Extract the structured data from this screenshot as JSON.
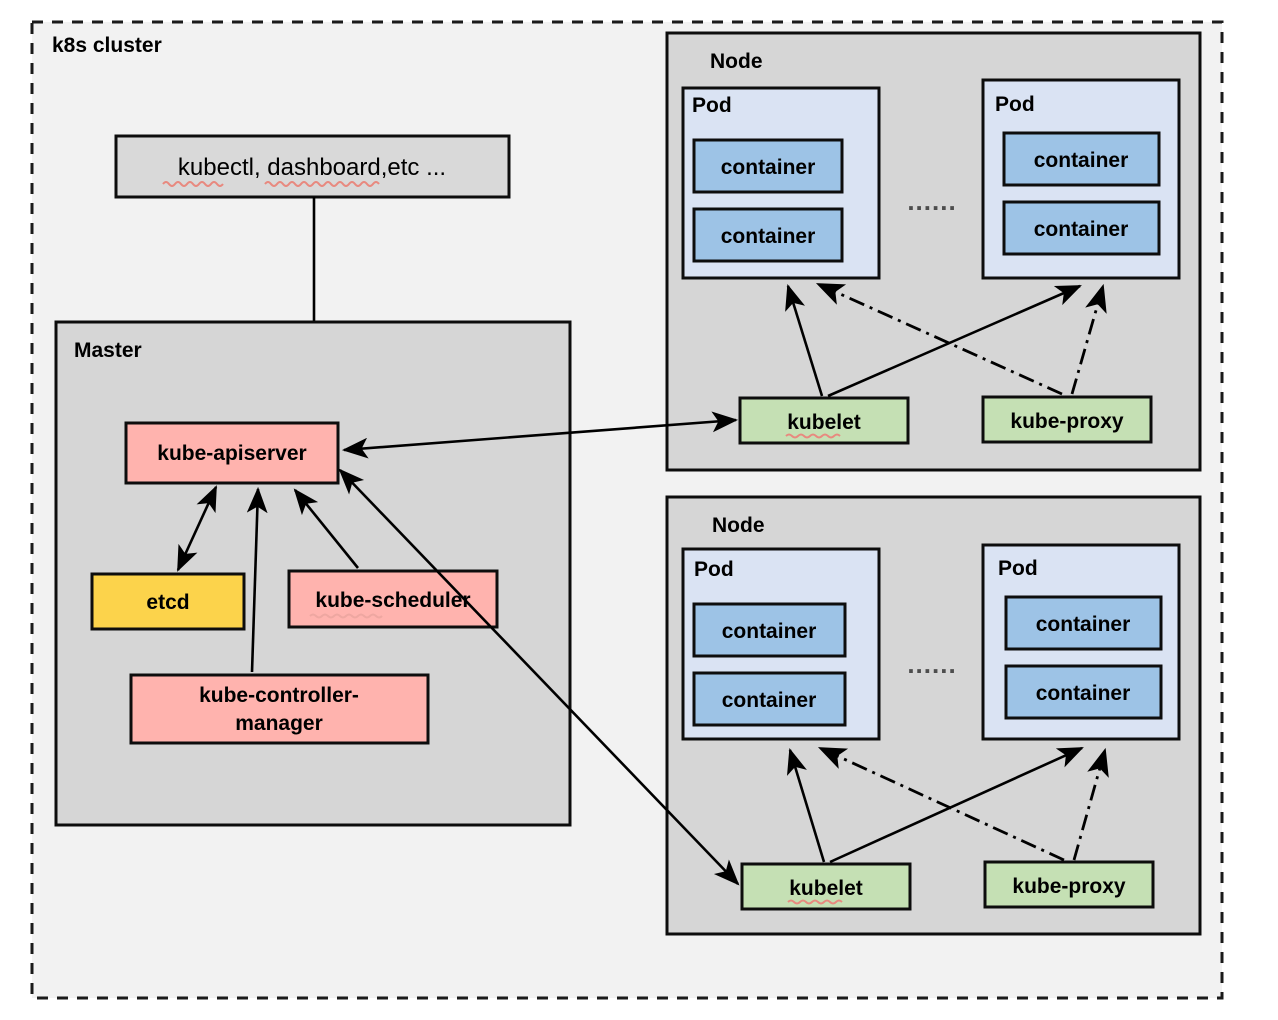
{
  "cluster": {
    "label": "k8s cluster"
  },
  "client": {
    "label": "kubectl, dashboard,etc ..."
  },
  "master": {
    "label": "Master",
    "components": [
      {
        "name": "kube-apiserver",
        "label": "kube-apiserver",
        "color": "#ffb3ae"
      },
      {
        "name": "etcd",
        "label": "etcd",
        "color": "#fcd34b"
      },
      {
        "name": "kube-scheduler",
        "label": "kube-scheduler",
        "color": "#ffb3ae"
      },
      {
        "name": "kube-controller-manager",
        "label_line1": "kube-controller-",
        "label_line2": "manager",
        "color": "#ffb3ae"
      }
    ]
  },
  "nodes": [
    {
      "label": "Node",
      "ellipsis": "......",
      "pods": [
        {
          "label": "Pod",
          "containers": [
            {
              "label": "container"
            },
            {
              "label": "container"
            }
          ]
        },
        {
          "label": "Pod",
          "containers": [
            {
              "label": "container"
            },
            {
              "label": "container"
            }
          ]
        }
      ],
      "agents": [
        {
          "name": "kubelet",
          "label": "kubelet",
          "color": "#c5e0b4"
        },
        {
          "name": "kube-proxy",
          "label": "kube-proxy",
          "color": "#c5e0b4"
        }
      ]
    },
    {
      "label": "Node",
      "ellipsis": "......",
      "pods": [
        {
          "label": "Pod",
          "containers": [
            {
              "label": "container"
            },
            {
              "label": "container"
            }
          ]
        },
        {
          "label": "Pod",
          "containers": [
            {
              "label": "container"
            },
            {
              "label": "container"
            }
          ]
        }
      ],
      "agents": [
        {
          "name": "kubelet",
          "label": "kubelet",
          "color": "#c5e0b4"
        },
        {
          "name": "kube-proxy",
          "label": "kube-proxy",
          "color": "#c5e0b4"
        }
      ]
    }
  ],
  "palette": {
    "canvas": "#ffffff",
    "cluster_bg": "#f2f2f2",
    "group_bg": "#d6d6d6",
    "client_bg": "#d9d9d9",
    "control_plane": "#ffb3ae",
    "datastore": "#fcd34b",
    "node_agent": "#c5e0b4",
    "pod_bg": "#dae3f3",
    "container_bg": "#9dc3e6",
    "stroke": "#0d0d0d",
    "spellcheck_underline": "#e8897f"
  }
}
